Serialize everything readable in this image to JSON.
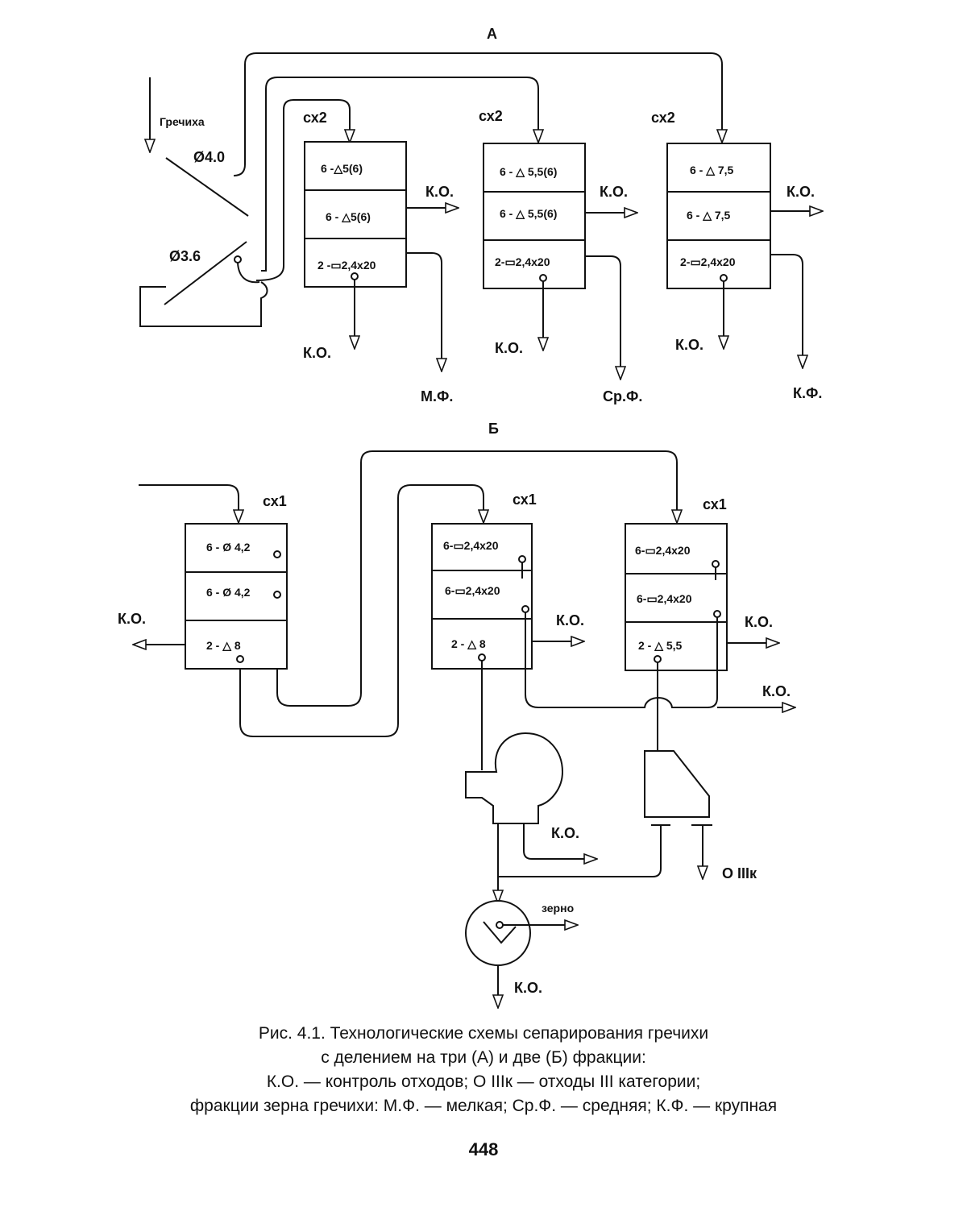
{
  "panel_a": {
    "title": "А",
    "input_label": "Гречиха",
    "sieve_top": "Ø4.0",
    "sieve_bottom": "Ø3.6",
    "separators": [
      {
        "passes": "сх2",
        "tiers": [
          "6 -△5(6)",
          "6 - △5(6)",
          "2 -▭2,4х20"
        ],
        "side_out": "К.О.",
        "bottom_out": "К.О.",
        "fraction": "М.Ф."
      },
      {
        "passes": "сх2",
        "tiers": [
          "6 - △ 5,5(6)",
          "6 - △ 5,5(6)",
          "2-▭2,4х20"
        ],
        "side_out": "К.О.",
        "bottom_out": "К.О.",
        "fraction": "Ср.Ф."
      },
      {
        "passes": "сх2",
        "tiers": [
          "6 - △ 7,5",
          "6 - △ 7,5",
          "2-▭2,4х20"
        ],
        "side_out": "К.О.",
        "bottom_out": "К.О.",
        "fraction": "К.Ф."
      }
    ]
  },
  "panel_b": {
    "title": "Б",
    "separators": [
      {
        "passes": "сх1",
        "tiers": [
          "6 - Ø 4,2",
          "6 - Ø 4,2",
          "2 - △ 8"
        ],
        "out": "К.О."
      },
      {
        "passes": "сх1",
        "tiers": [
          "6-▭2,4х20",
          "6-▭2,4х20",
          "2 - △ 8"
        ],
        "out": "К.О."
      },
      {
        "passes": "сх1",
        "tiers": [
          "6-▭2,4х20",
          "6-▭2,4х20",
          "2 - △ 5,5"
        ],
        "out": "К.О."
      }
    ],
    "common_out": "К.О.",
    "aspirator_out": "К.О.",
    "waste_out": "О IIIк",
    "grain_out": "зерно",
    "trieur_out": "К.О."
  },
  "caption": {
    "line1": "Рис. 4.1. Технологические схемы сепарирования гречихи",
    "line2": "с делением на три (А) и две (Б) фракции:",
    "line3": "К.О. — контроль отходов; О IIIк — отходы III категории;",
    "line4": "фракции зерна гречихи: М.Ф. — мелкая; Ср.Ф. — средняя; К.Ф. — крупная"
  },
  "page_number": "448"
}
